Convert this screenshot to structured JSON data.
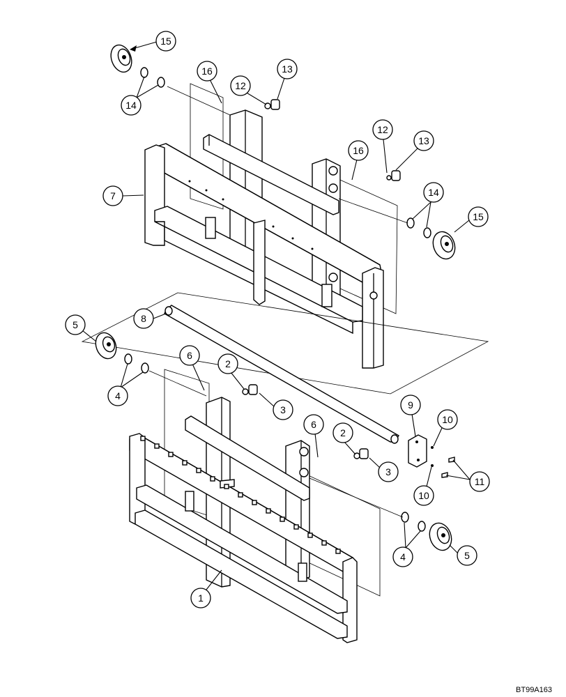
{
  "figure": {
    "id": "BT99A163"
  },
  "callouts": [
    {
      "name": "callout-1",
      "label": "1",
      "part": "lower-frame"
    },
    {
      "name": "callout-2-a",
      "label": "2",
      "part": "stud-left"
    },
    {
      "name": "callout-2-b",
      "label": "2",
      "part": "stud-right"
    },
    {
      "name": "callout-3-a",
      "label": "3",
      "part": "nut-left"
    },
    {
      "name": "callout-3-b",
      "label": "3",
      "part": "nut-right"
    },
    {
      "name": "callout-4-a",
      "label": "4",
      "part": "washers-left"
    },
    {
      "name": "callout-4-b",
      "label": "4",
      "part": "washers-right"
    },
    {
      "name": "callout-5-a",
      "label": "5",
      "part": "roller-left"
    },
    {
      "name": "callout-5-b",
      "label": "5",
      "part": "roller-right"
    },
    {
      "name": "callout-6-a",
      "label": "6",
      "part": "shim-left"
    },
    {
      "name": "callout-6-b",
      "label": "6",
      "part": "shim-right"
    },
    {
      "name": "callout-7",
      "label": "7",
      "part": "upper-frame"
    },
    {
      "name": "callout-8",
      "label": "8",
      "part": "pin"
    },
    {
      "name": "callout-9",
      "label": "9",
      "part": "plate"
    },
    {
      "name": "callout-10-a",
      "label": "10",
      "part": "washer-top"
    },
    {
      "name": "callout-10-b",
      "label": "10",
      "part": "washer-bottom"
    },
    {
      "name": "callout-11",
      "label": "11",
      "part": "screws"
    },
    {
      "name": "callout-12-a",
      "label": "12",
      "part": "upper-stud-left"
    },
    {
      "name": "callout-12-b",
      "label": "12",
      "part": "upper-stud-right"
    },
    {
      "name": "callout-13-a",
      "label": "13",
      "part": "upper-nut-left"
    },
    {
      "name": "callout-13-b",
      "label": "13",
      "part": "upper-nut-right"
    },
    {
      "name": "callout-14-a",
      "label": "14",
      "part": "upper-washers-left"
    },
    {
      "name": "callout-14-b",
      "label": "14",
      "part": "upper-washers-right"
    },
    {
      "name": "callout-15-a",
      "label": "15",
      "part": "upper-roller-left"
    },
    {
      "name": "callout-15-b",
      "label": "15",
      "part": "upper-roller-right"
    },
    {
      "name": "callout-16-a",
      "label": "16",
      "part": "upper-shim-left"
    },
    {
      "name": "callout-16-b",
      "label": "16",
      "part": "upper-shim-right"
    }
  ]
}
